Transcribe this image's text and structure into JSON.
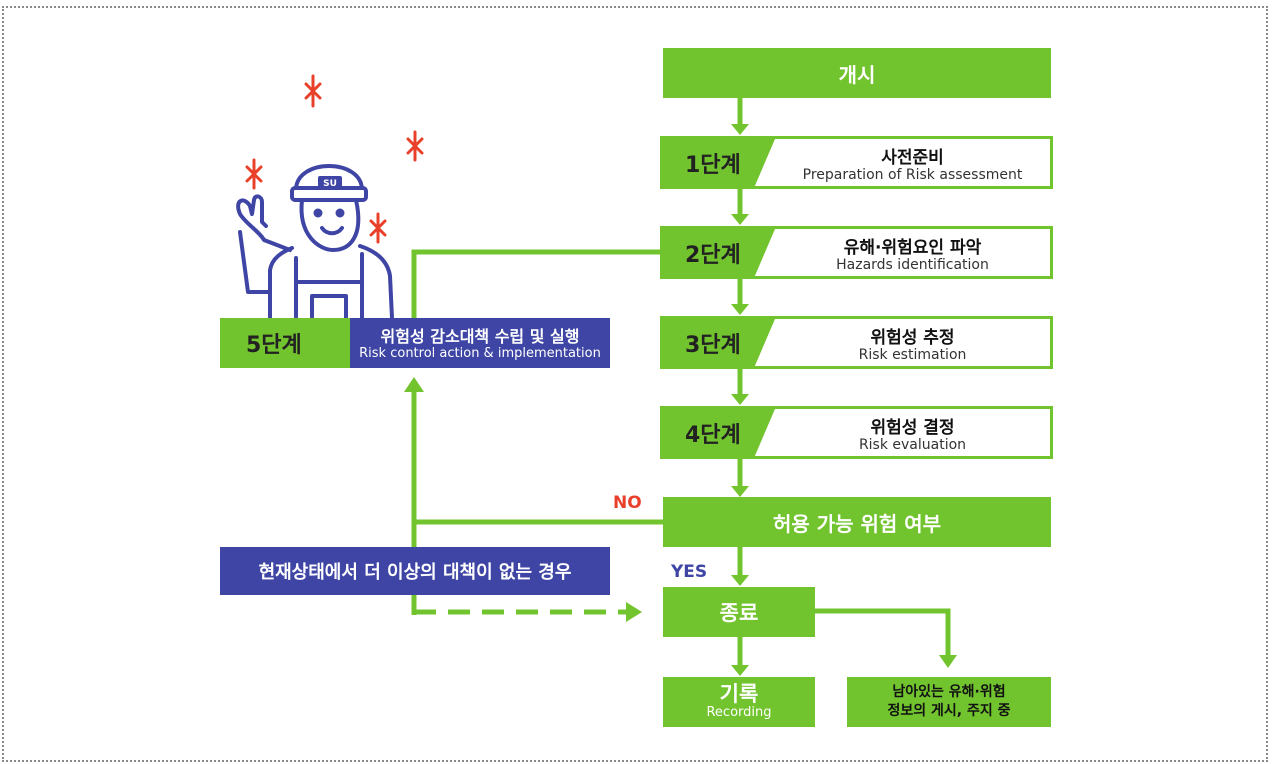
{
  "flow": {
    "start": "개시",
    "steps": [
      {
        "label": "1단계",
        "ko": "사전준비",
        "en": "Preparation of Risk assessment"
      },
      {
        "label": "2단계",
        "ko": "유해·위험요인 파악",
        "en": "Hazards identification"
      },
      {
        "label": "3단계",
        "ko": "위험성 추정",
        "en": "Risk estimation"
      },
      {
        "label": "4단계",
        "ko": "위험성 결정",
        "en": "Risk evaluation"
      }
    ],
    "decision": "허용 가능 위험 여부",
    "no_label": "NO",
    "yes_label": "YES",
    "end": "종료",
    "record_ko": "기록",
    "record_en": "Recording",
    "residual_line1": "남아있는 유해·위험",
    "residual_line2": "정보의 게시, 주지 중"
  },
  "step5": {
    "label": "5단계",
    "ko": "위험성 감소대책 수립 및 실행",
    "en": "Risk control action & implementation"
  },
  "note": "현재상태에서 더 이상의 대책이 없는 경우",
  "worker": {
    "helmet_text": "SU"
  },
  "colors": {
    "green": "#72c42f",
    "blue": "#3e45a5",
    "red": "#e8402a"
  }
}
